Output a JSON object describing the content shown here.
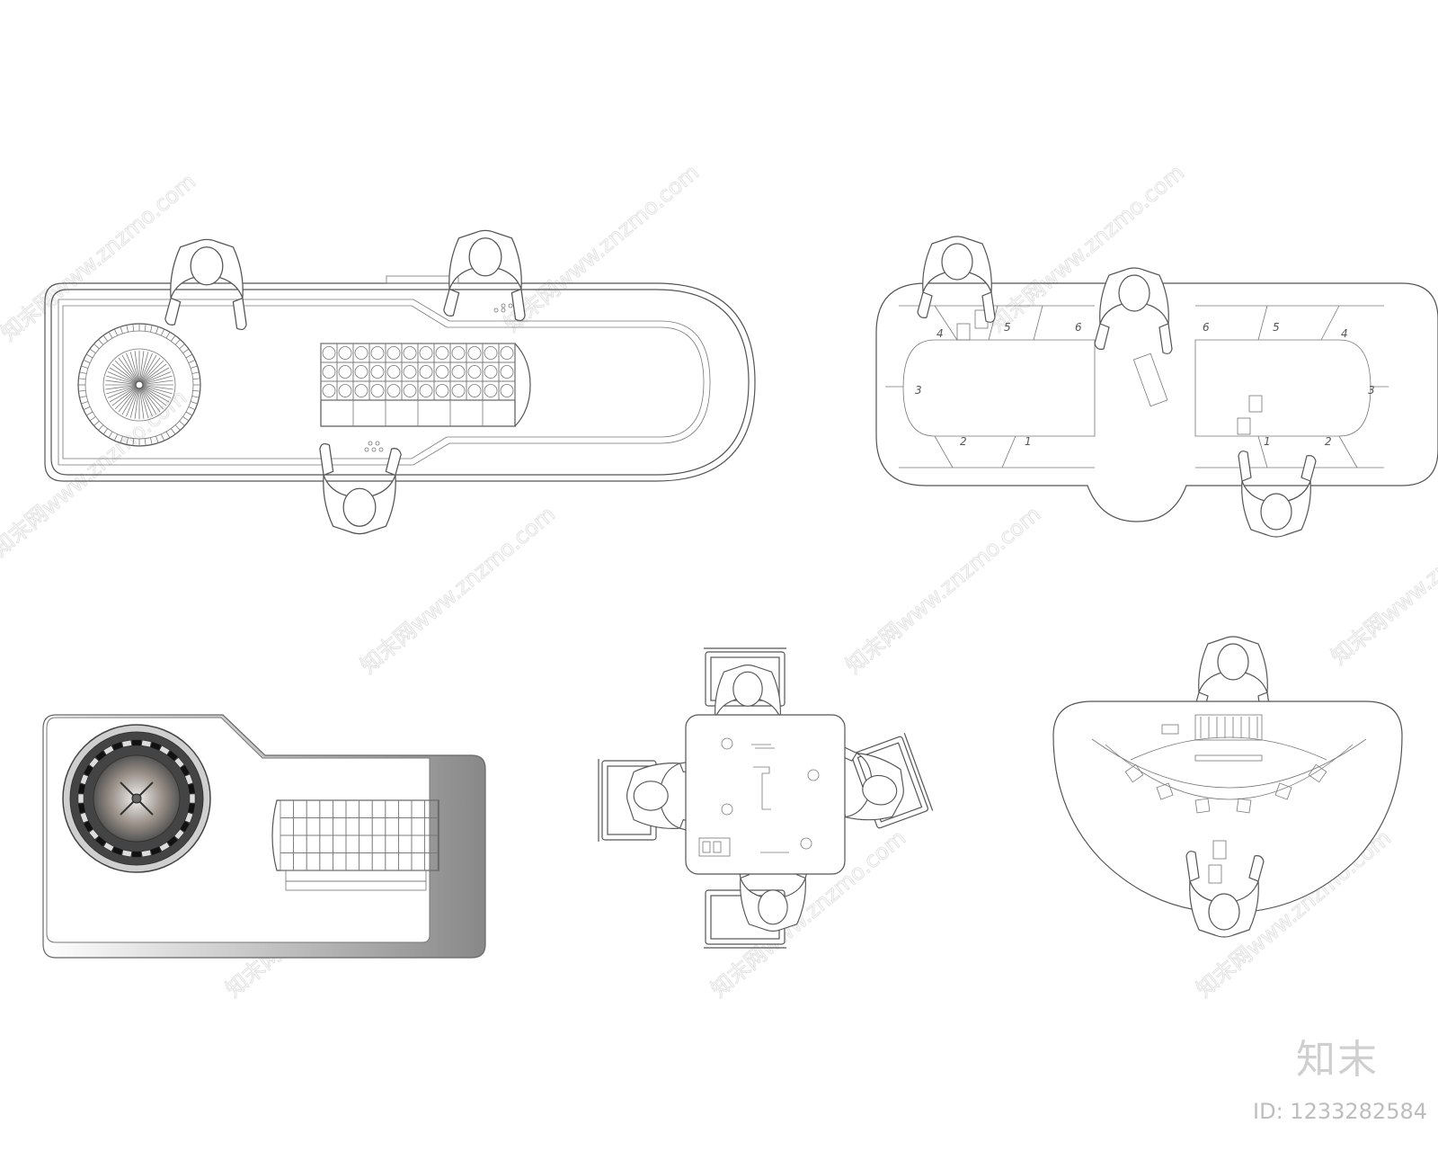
{
  "watermark": {
    "text": "知末网www.znzmo.com",
    "brand": "知末",
    "id_label": "ID: 1233282584"
  },
  "tables": [
    {
      "name": "long roulette table",
      "chairs": 0,
      "players": 3
    },
    {
      "name": "double blackjack table",
      "seat_numbers_left": [
        "4",
        "5",
        "6",
        "3",
        "2",
        "1"
      ],
      "seat_numbers_right": [
        "6",
        "5",
        "4",
        "3",
        "1",
        "2"
      ],
      "players": 3
    },
    {
      "name": "shaded roulette table",
      "players": 0
    },
    {
      "name": "square card table",
      "chairs": 4,
      "players": 4
    },
    {
      "name": "blackjack half-moon table",
      "players": 2
    }
  ],
  "colors": {
    "line": "#555555",
    "watermark": "#e3e3e3",
    "wheel_dark": "#3a3a3a"
  }
}
